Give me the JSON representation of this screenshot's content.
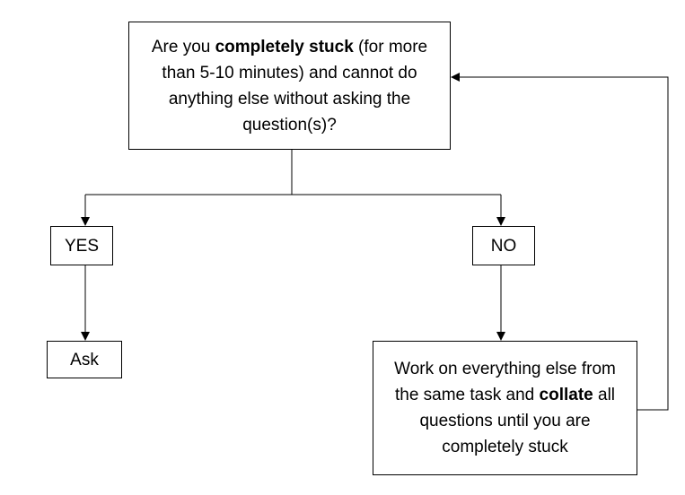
{
  "question": {
    "pre": "Are you ",
    "bold": "completely stuck",
    "post": " (for more than 5-10 minutes) and cannot do anything else without asking the question(s)?"
  },
  "yes_label": "YES",
  "no_label": "NO",
  "ask_label": "Ask",
  "work": {
    "pre": "Work on everything else from the same task and ",
    "bold": "collate",
    "post": " all questions until you are completely stuck"
  }
}
